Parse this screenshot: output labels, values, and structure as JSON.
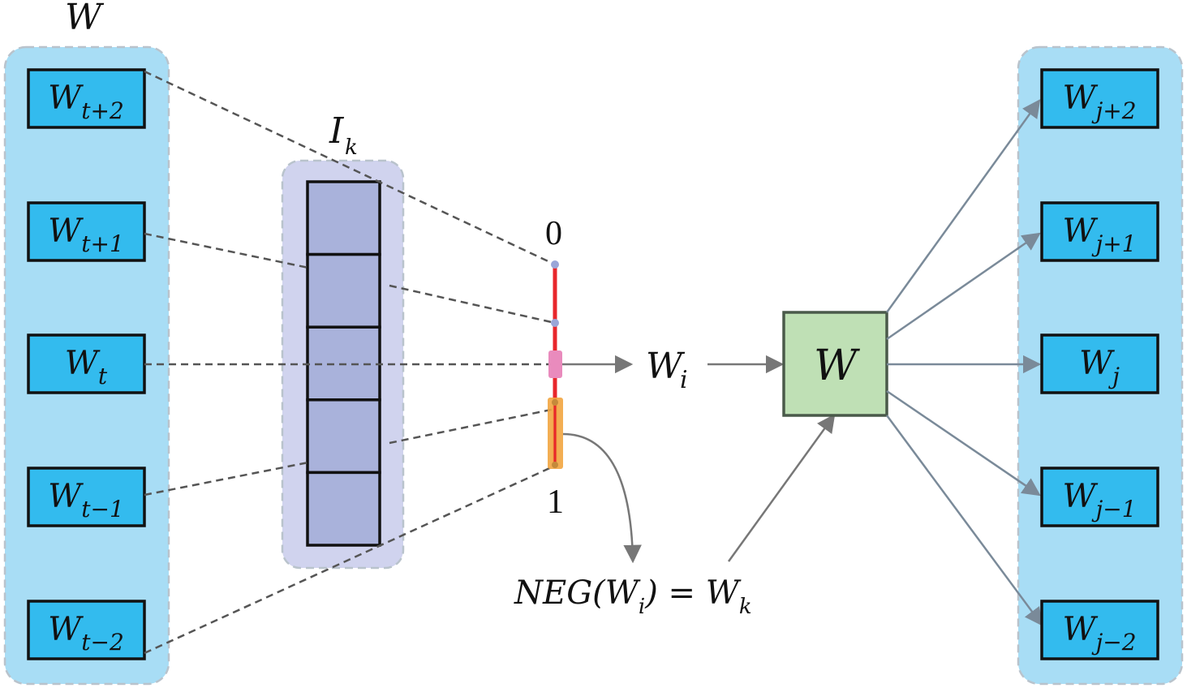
{
  "colors": {
    "panel_fill": "#a8ddf5",
    "panel_border": "#b9c3cc",
    "word_box_fill": "#33bbee",
    "ik_panel_fill": "#d0d3ee",
    "ik_cell_fill": "#a9b2db",
    "w_box_fill": "#bfe0b5",
    "w_box_border": "#4a5a4a",
    "segment_red": "#e8262b",
    "pink_marker": "#e98bbd",
    "orange_marker": "#f2a540",
    "dot": "#9aa6d8"
  },
  "left_panel": {
    "label_main": "W",
    "boxes": [
      {
        "main": "W",
        "sub": "t+2"
      },
      {
        "main": "W",
        "sub": "t+1"
      },
      {
        "main": "W",
        "sub": "t"
      },
      {
        "main": "W",
        "sub": "t−1"
      },
      {
        "main": "W",
        "sub": "t−2"
      }
    ]
  },
  "ik_block": {
    "label_main": "I",
    "label_sub": "k",
    "cell_count": 5
  },
  "segment": {
    "top_label": "0",
    "bottom_label": "1"
  },
  "wi_label": {
    "main": "W",
    "sub": "i"
  },
  "center_box": {
    "label": "W"
  },
  "neg_label": {
    "prefix": "NEG(W",
    "sub_i": "i",
    "middle": ") = W",
    "sub_k": "k"
  },
  "right_panel": {
    "boxes": [
      {
        "main": "W",
        "sub": "j+2"
      },
      {
        "main": "W",
        "sub": "j+1"
      },
      {
        "main": "W",
        "sub": "j"
      },
      {
        "main": "W",
        "sub": "j−1"
      },
      {
        "main": "W",
        "sub": "j−2"
      }
    ]
  }
}
